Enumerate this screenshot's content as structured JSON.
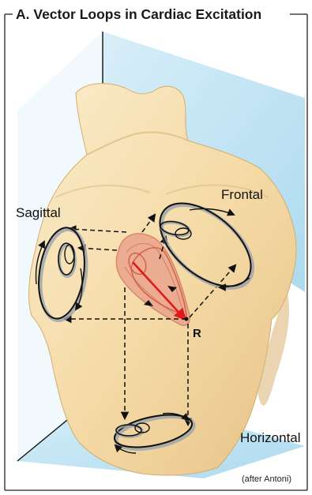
{
  "title": "A.  Vector Loops in Cardiac Excitation",
  "labels": {
    "sagittal": "Sagittal",
    "frontal": "Frontal",
    "horizontal": "Horizontal",
    "vector_point": "R"
  },
  "credit": "(after Antoni)",
  "colors": {
    "panel_blue": "#bfe3f3",
    "skin": "#f6dfae",
    "skin_shadow": "#e2bd7c",
    "heart": "#e79a86",
    "vector_arrow": "#e01a1a",
    "loop_shadow": "#9aa3ad",
    "stroke": "#111111"
  }
}
